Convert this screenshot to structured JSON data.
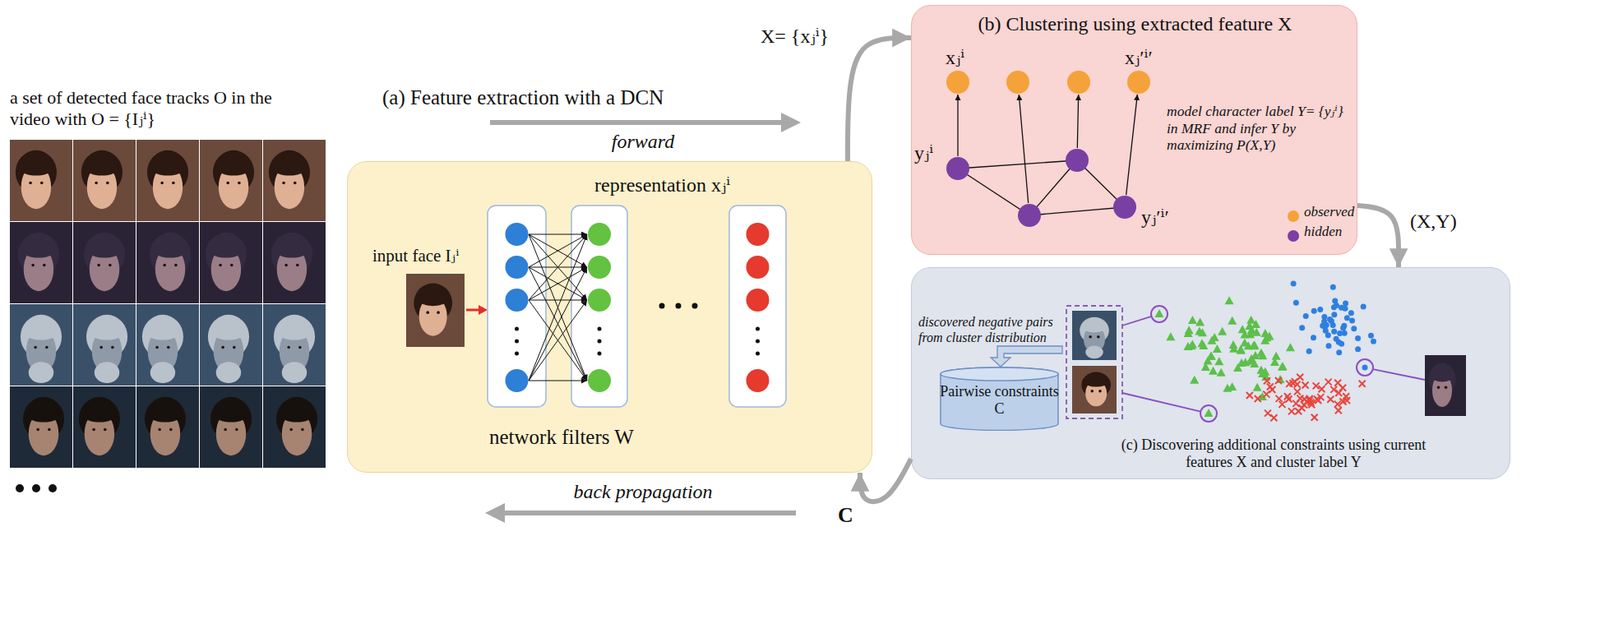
{
  "diagram": {
    "nodes": [
      {
        "text": [
          "a set of detected face tracks O in the video with O = {Iⱼⁱ}"
        ]
      },
      {
        "text": [
          "input face Iⱼⁱ",
          "representation xⱼⁱ",
          "network filters W"
        ]
      },
      {
        "text": [
          "(b) Clustering using extracted feature X",
          "model character label Y= {yⱼⁱ} in MRF and infer Y by maximizing P(X,Y)"
        ]
      },
      {
        "text": [
          "(c) Discovering additional constraints using current features X and cluster label Y",
          "discovered negative pairs from cluster distribution"
        ]
      },
      {
        "text": [
          "Pairwise constraints C"
        ],
        "in": 3
      }
    ],
    "edges": [
      {
        "from": 1,
        "to": 2,
        "arrow": "to",
        "label": "X= {xⱼⁱ}"
      },
      {
        "from": 2,
        "to": 3,
        "arrow": "to",
        "label": "(X,Y)"
      },
      {
        "from": 3,
        "to": 1,
        "arrow": "to",
        "label": "C"
      }
    ],
    "labels": [
      "(a) Feature extraction with a DCN",
      "forward",
      "back propagation",
      "xⱼⁱ",
      "xⱼ′ⁱ′",
      "yⱼⁱ",
      "yⱼ′ⁱ′"
    ],
    "legend": [
      {
        "text": "observed",
        "color": "#f5a23a"
      },
      {
        "text": "hidden",
        "color": "#7a3fa3"
      }
    ]
  }
}
